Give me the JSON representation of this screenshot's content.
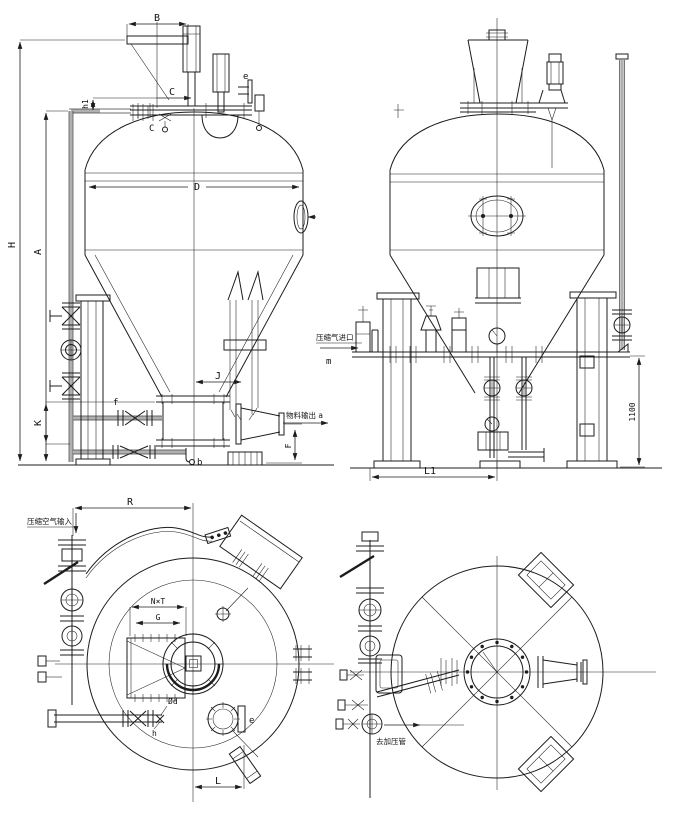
{
  "front": {
    "B": "B",
    "h1": "h1",
    "C_dim": "C",
    "C_nozzle": "C",
    "e": "e",
    "D": "D",
    "H": "H",
    "A": "A",
    "K": "K",
    "J": "J",
    "f": "f",
    "b": "b",
    "F": "F",
    "material_outlet": "物料输出 a"
  },
  "side": {
    "air_inlet": "压缩气进口",
    "m": "m",
    "dim_1100": "1100",
    "L1": "L1"
  },
  "plan_left": {
    "air_input": "压缩空气输入",
    "R": "R",
    "NxT": "N×T",
    "G": "G",
    "phi_d": "Ød",
    "h": "h",
    "e": "e",
    "L": "L"
  },
  "plan_right": {
    "to_pressurizing_pipe": "去加压管"
  },
  "colors": {
    "line": "#1c1c1c",
    "pipe": "#b0b0b0",
    "background": "#ffffff"
  }
}
